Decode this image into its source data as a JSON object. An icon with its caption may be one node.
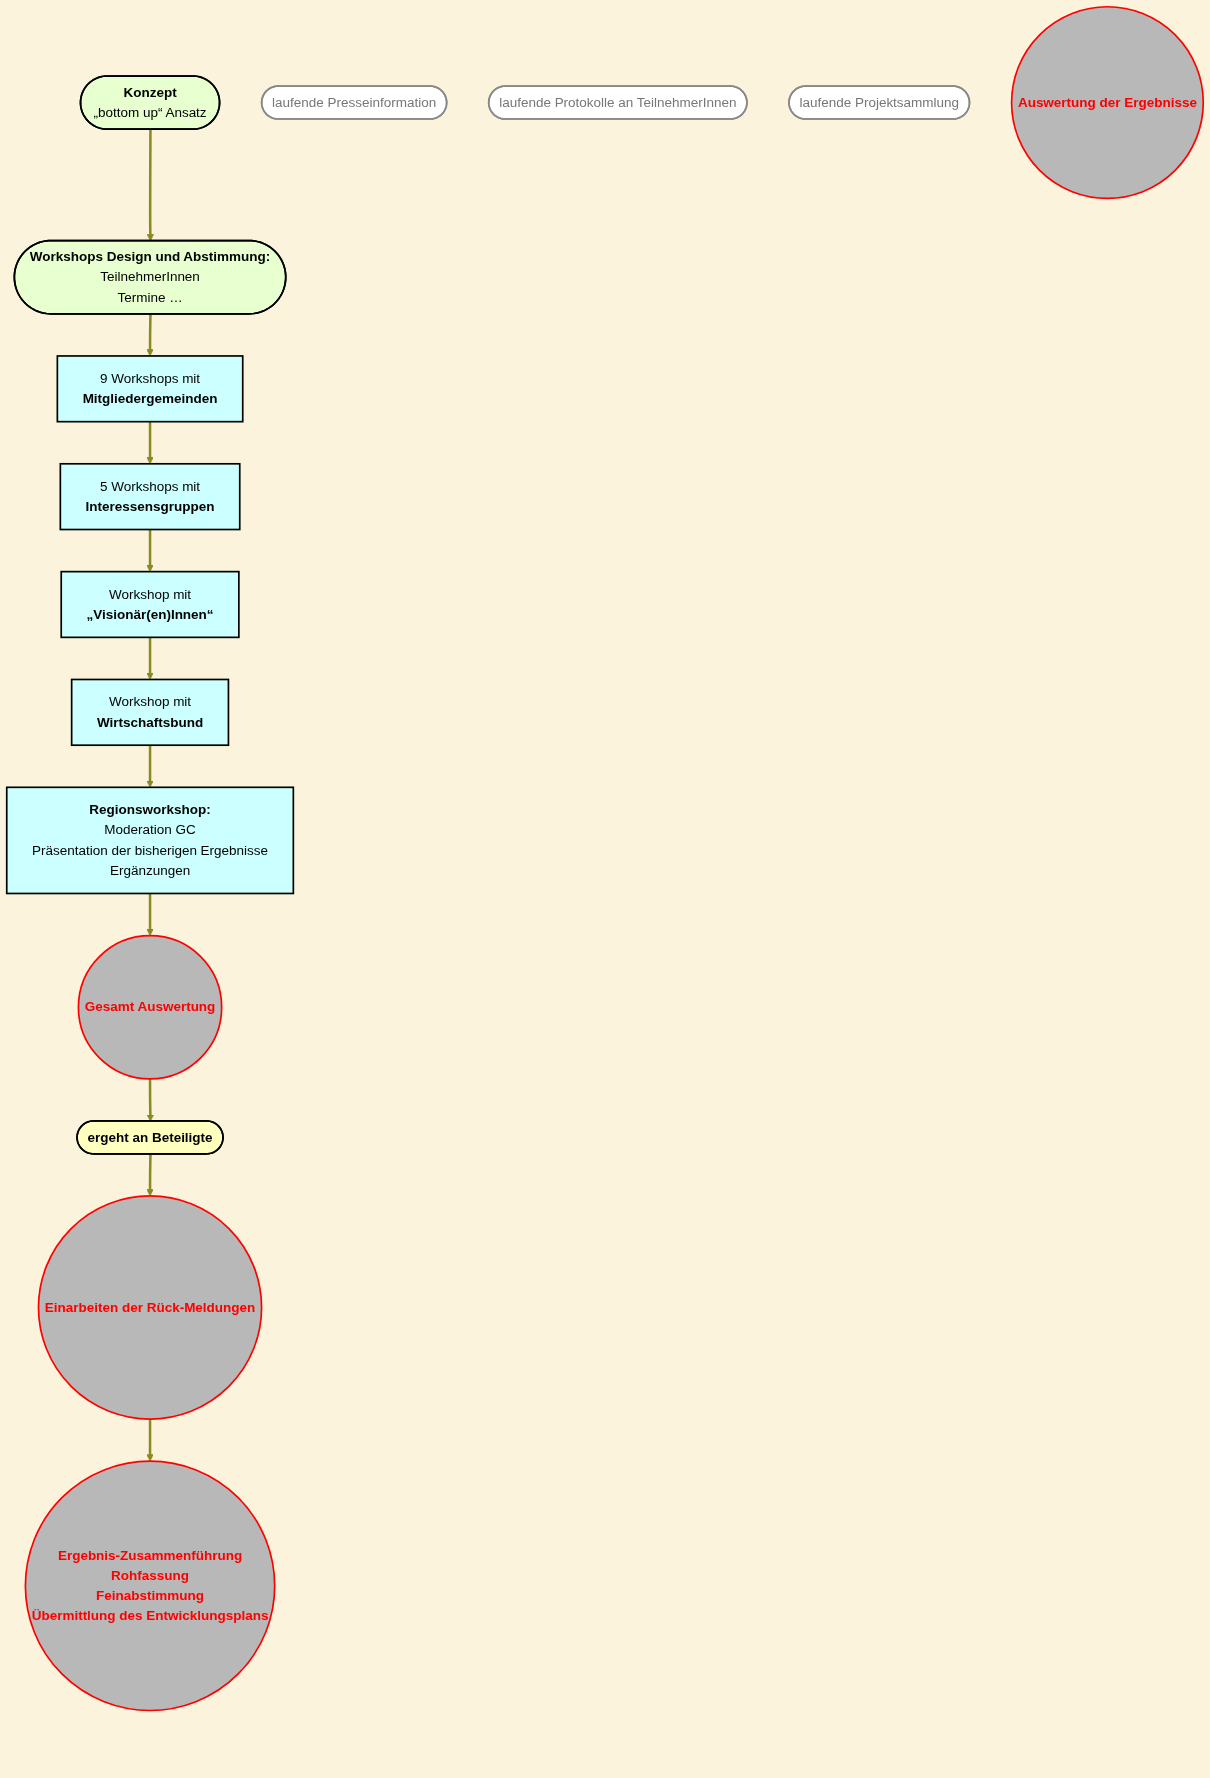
{
  "diagram": {
    "nodes": [
      {
        "text": [
          "Konzept",
          "„bottom up“ Ansatz"
        ]
      },
      {
        "text": [
          "Workshops Design und Abstimmung:",
          "TeilnehmerInnen",
          "Termine …"
        ]
      },
      {
        "text": [
          "9 Workshops mit",
          "Mitgliedergemeinden"
        ]
      },
      {
        "text": [
          "5 Workshops mit",
          "Interessensgruppen"
        ]
      },
      {
        "text": [
          "Workshop mit",
          "„Visionär(en)Innen“"
        ]
      },
      {
        "text": [
          "Workshop mit",
          "Wirtschaftsbund"
        ]
      },
      {
        "text": [
          "Regionsworkshop:",
          "Moderation GC",
          "Präsentation der bisherigen Ergebnisse",
          "Ergänzungen"
        ]
      },
      {
        "text": [
          "laufende Presseinformation"
        ]
      },
      {
        "text": [
          "laufende Protokolle an TeilnehmerInnen"
        ]
      },
      {
        "text": [
          "laufende Projektsammlung"
        ]
      },
      {
        "text": [
          "Auswertung der Ergebnisse"
        ]
      },
      {
        "text": [
          "Gesamt Auswertung"
        ]
      },
      {
        "text": [
          "ergeht an Beteiligte"
        ]
      },
      {
        "text": [
          "Einarbeiten der Rück-Meldungen"
        ]
      },
      {
        "text": [
          "Ergebnis-Zusammenführung",
          "Rohfassung",
          "Feinabstimmung",
          "Übermittlung des Entwicklungsplans"
        ]
      }
    ],
    "edges": [
      {
        "from": 0,
        "to": 1,
        "arrow": "to"
      },
      {
        "from": 1,
        "to": 2,
        "arrow": "to"
      },
      {
        "from": 2,
        "to": 3,
        "arrow": "to"
      },
      {
        "from": 3,
        "to": 4,
        "arrow": "to"
      },
      {
        "from": 4,
        "to": 5,
        "arrow": "to"
      },
      {
        "from": 5,
        "to": 6,
        "arrow": "to"
      },
      {
        "from": 6,
        "to": 11,
        "arrow": "to"
      },
      {
        "from": 11,
        "to": 12,
        "arrow": "to"
      },
      {
        "from": 12,
        "to": 13,
        "arrow": "to"
      },
      {
        "from": 13,
        "to": 14,
        "arrow": "to"
      }
    ]
  }
}
